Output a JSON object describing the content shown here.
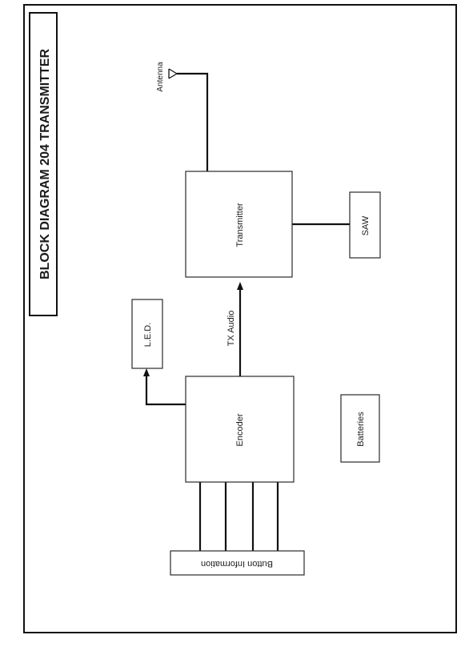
{
  "title": "BLOCK DIAGRAM 204 TRANSMITTER",
  "blocks": {
    "transmitter": "Transmitter",
    "encoder": "Encoder",
    "led": "L.E.D.",
    "saw": "SAW",
    "batteries": "Batteries",
    "button_information": "Button Information"
  },
  "labels": {
    "antenna": "Antenna",
    "tx_audio": "TX Audio"
  },
  "colors": {
    "ink": "#111111",
    "paper": "#ffffff"
  }
}
